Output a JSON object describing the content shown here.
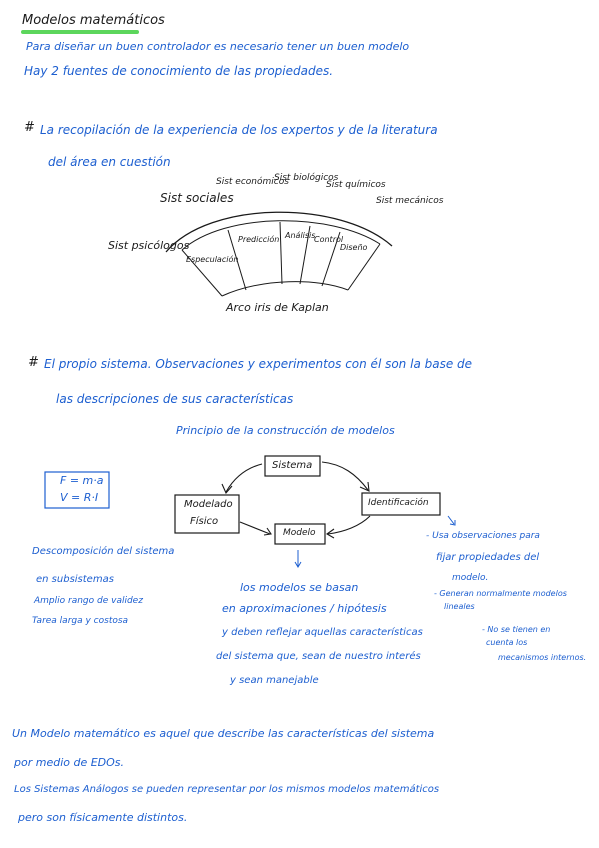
{
  "title": "Modelos matemáticos",
  "intro": {
    "line1": "Para   diseñar  un  buen  controlador  es  necesario   tener  un  buen  modelo",
    "line2": "Hay  2  fuentes  de  conocimiento  de  las  propiedades."
  },
  "bullet_marker": "#",
  "source1": {
    "line1": "La  recopilación  de  la  experiencia  de  los  expertos  y  de  la  literatura",
    "line2": "del  área  en  cuestión"
  },
  "rainbow": {
    "outer": [
      "Sist sociales",
      "Sist económicos",
      "Sist biológicos",
      "Sist químicos",
      "Sist mecánicos",
      "Sist psicólogos"
    ],
    "bands": [
      "Especulación",
      "Predicción",
      "Análisis",
      "Control",
      "Diseño"
    ],
    "caption": "Arco iris de Kaplan"
  },
  "source2": {
    "line1": "El  propio  sistema.  Observaciones  y  experimentos  con  él  son  la  base  de",
    "line2": "las  descripciones  de  sus  características"
  },
  "principle": {
    "title": "Principio  de  la  construcción  de  modelos",
    "formula1": "F = m·a",
    "formula2": "V = R·I",
    "box_sistema": "Sistema",
    "box_modelado_1": "Modelado",
    "box_modelado_2": "Físico",
    "box_identificacion": "Identificación",
    "box_modelo": "Modelo",
    "left_notes": [
      "Descomposición  del  sistema",
      "en  subsistemas",
      "Amplio rango de validez",
      "Tarea larga y costosa"
    ],
    "right_notes": [
      "- Usa  observaciones  para",
      "fijar  propiedades  del",
      "modelo.",
      "- Generan  normalmente  modelos",
      "lineales"
    ],
    "center_notes": [
      "los  modelos  se  basan",
      "en  aproximaciones / hipótesis",
      "y  deben  reflejar  aquellas  características",
      "del  sistema  que,  sean  de  nuestro interés",
      "y  sean  manejable"
    ],
    "center_side_note": [
      "- No se tienen en",
      "cuenta los",
      "mecanismos internos."
    ]
  },
  "closing": {
    "line1": "Un  Modelo  matemático  es  aquel  que  describe  las  características  del  sistema",
    "line2": "por  medio  de  EDOs.",
    "line3": "Los  Sistemas  Análogos  se  pueden  representar  por  los  mismos  modelos  matemáticos",
    "line4": "pero  son  físicamente  distintos."
  },
  "colors": {
    "ink_blue": "#1d5fd0",
    "ink_black": "#1a1a1a",
    "highlight_green": "#5cd65c"
  }
}
